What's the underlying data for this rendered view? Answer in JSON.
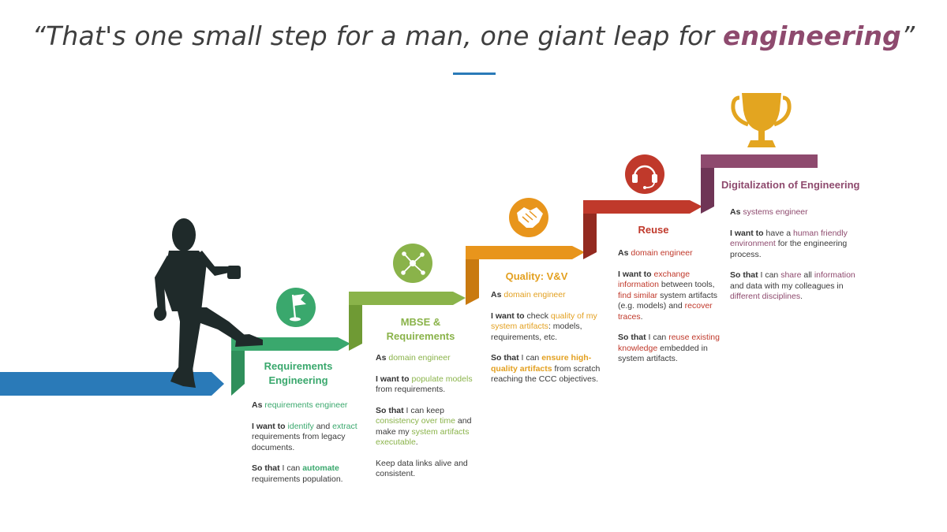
{
  "title": {
    "quote_open": "“",
    "prefix": "That's one small step for a man, one giant leap for ",
    "highlight": "engineering",
    "quote_close": "”"
  },
  "colors": {
    "blue": "#2a7ab8",
    "green": "#3aa86d",
    "lime": "#8ab34a",
    "orange": "#e8951c",
    "red": "#c0392b",
    "purple": "#8e4a6e",
    "gold": "#e3a520"
  },
  "steps": [
    {
      "heading_line1": "Requirements",
      "heading_line2": "Engineering",
      "icon": "flag-icon",
      "as_prefix": "As",
      "as_role": "requirements engineer",
      "want_label": "I want to",
      "want_parts": [
        "identify",
        " and ",
        "extract",
        " requirements from legacy documents."
      ],
      "sothat_label": "So that",
      "sothat_parts": [
        " I can ",
        "automate",
        " requirements population."
      ]
    },
    {
      "heading_line1": "MBSE &",
      "heading_line2": "Requirements",
      "icon": "network-icon",
      "as_prefix": "As",
      "as_role": "domain engineer",
      "want_label": "I want to",
      "want_parts": [
        " ",
        "populate models",
        " from requirements."
      ],
      "sothat_label": "So that",
      "sothat_parts": [
        " I can keep ",
        "consistency over time",
        " and make my ",
        "system artifacts executable",
        "."
      ],
      "extra": "Keep data links alive and consistent."
    },
    {
      "heading_line1": "Quality: V&V",
      "icon": "handshake-icon",
      "as_prefix": "As",
      "as_role": "domain engineer",
      "want_label": "I want to",
      "want_parts": [
        " check ",
        "quality of my system artifacts",
        ": models, requirements, etc."
      ],
      "sothat_label": "So that",
      "sothat_parts": [
        " I can ",
        "ensure high-quality artifacts",
        " from scratch reaching the CCC objectives."
      ]
    },
    {
      "heading_line1": "Reuse",
      "icon": "headset-icon",
      "as_prefix": "As",
      "as_role": "domain engineer",
      "want_label": "I want to",
      "want_parts": [
        " ",
        "exchange information",
        " between tools, ",
        "find similar",
        " system artifacts (e.g. models) and ",
        "recover traces",
        "."
      ],
      "sothat_label": "So that",
      "sothat_parts": [
        " I can ",
        "reuse existing knowledge",
        " embedded in system artifacts."
      ]
    },
    {
      "heading_line1": "Digitalization of Engineering",
      "icon": "trophy-icon",
      "as_prefix": "As",
      "as_role": "systems engineer",
      "want_label": "I want to",
      "want_parts": [
        " have a ",
        "human friendly environment",
        " for the engineering process."
      ],
      "sothat_label": "So that",
      "sothat_parts": [
        " I can ",
        "share",
        " all ",
        "information",
        " and data with my colleagues in ",
        "different disciplines",
        "."
      ]
    }
  ]
}
